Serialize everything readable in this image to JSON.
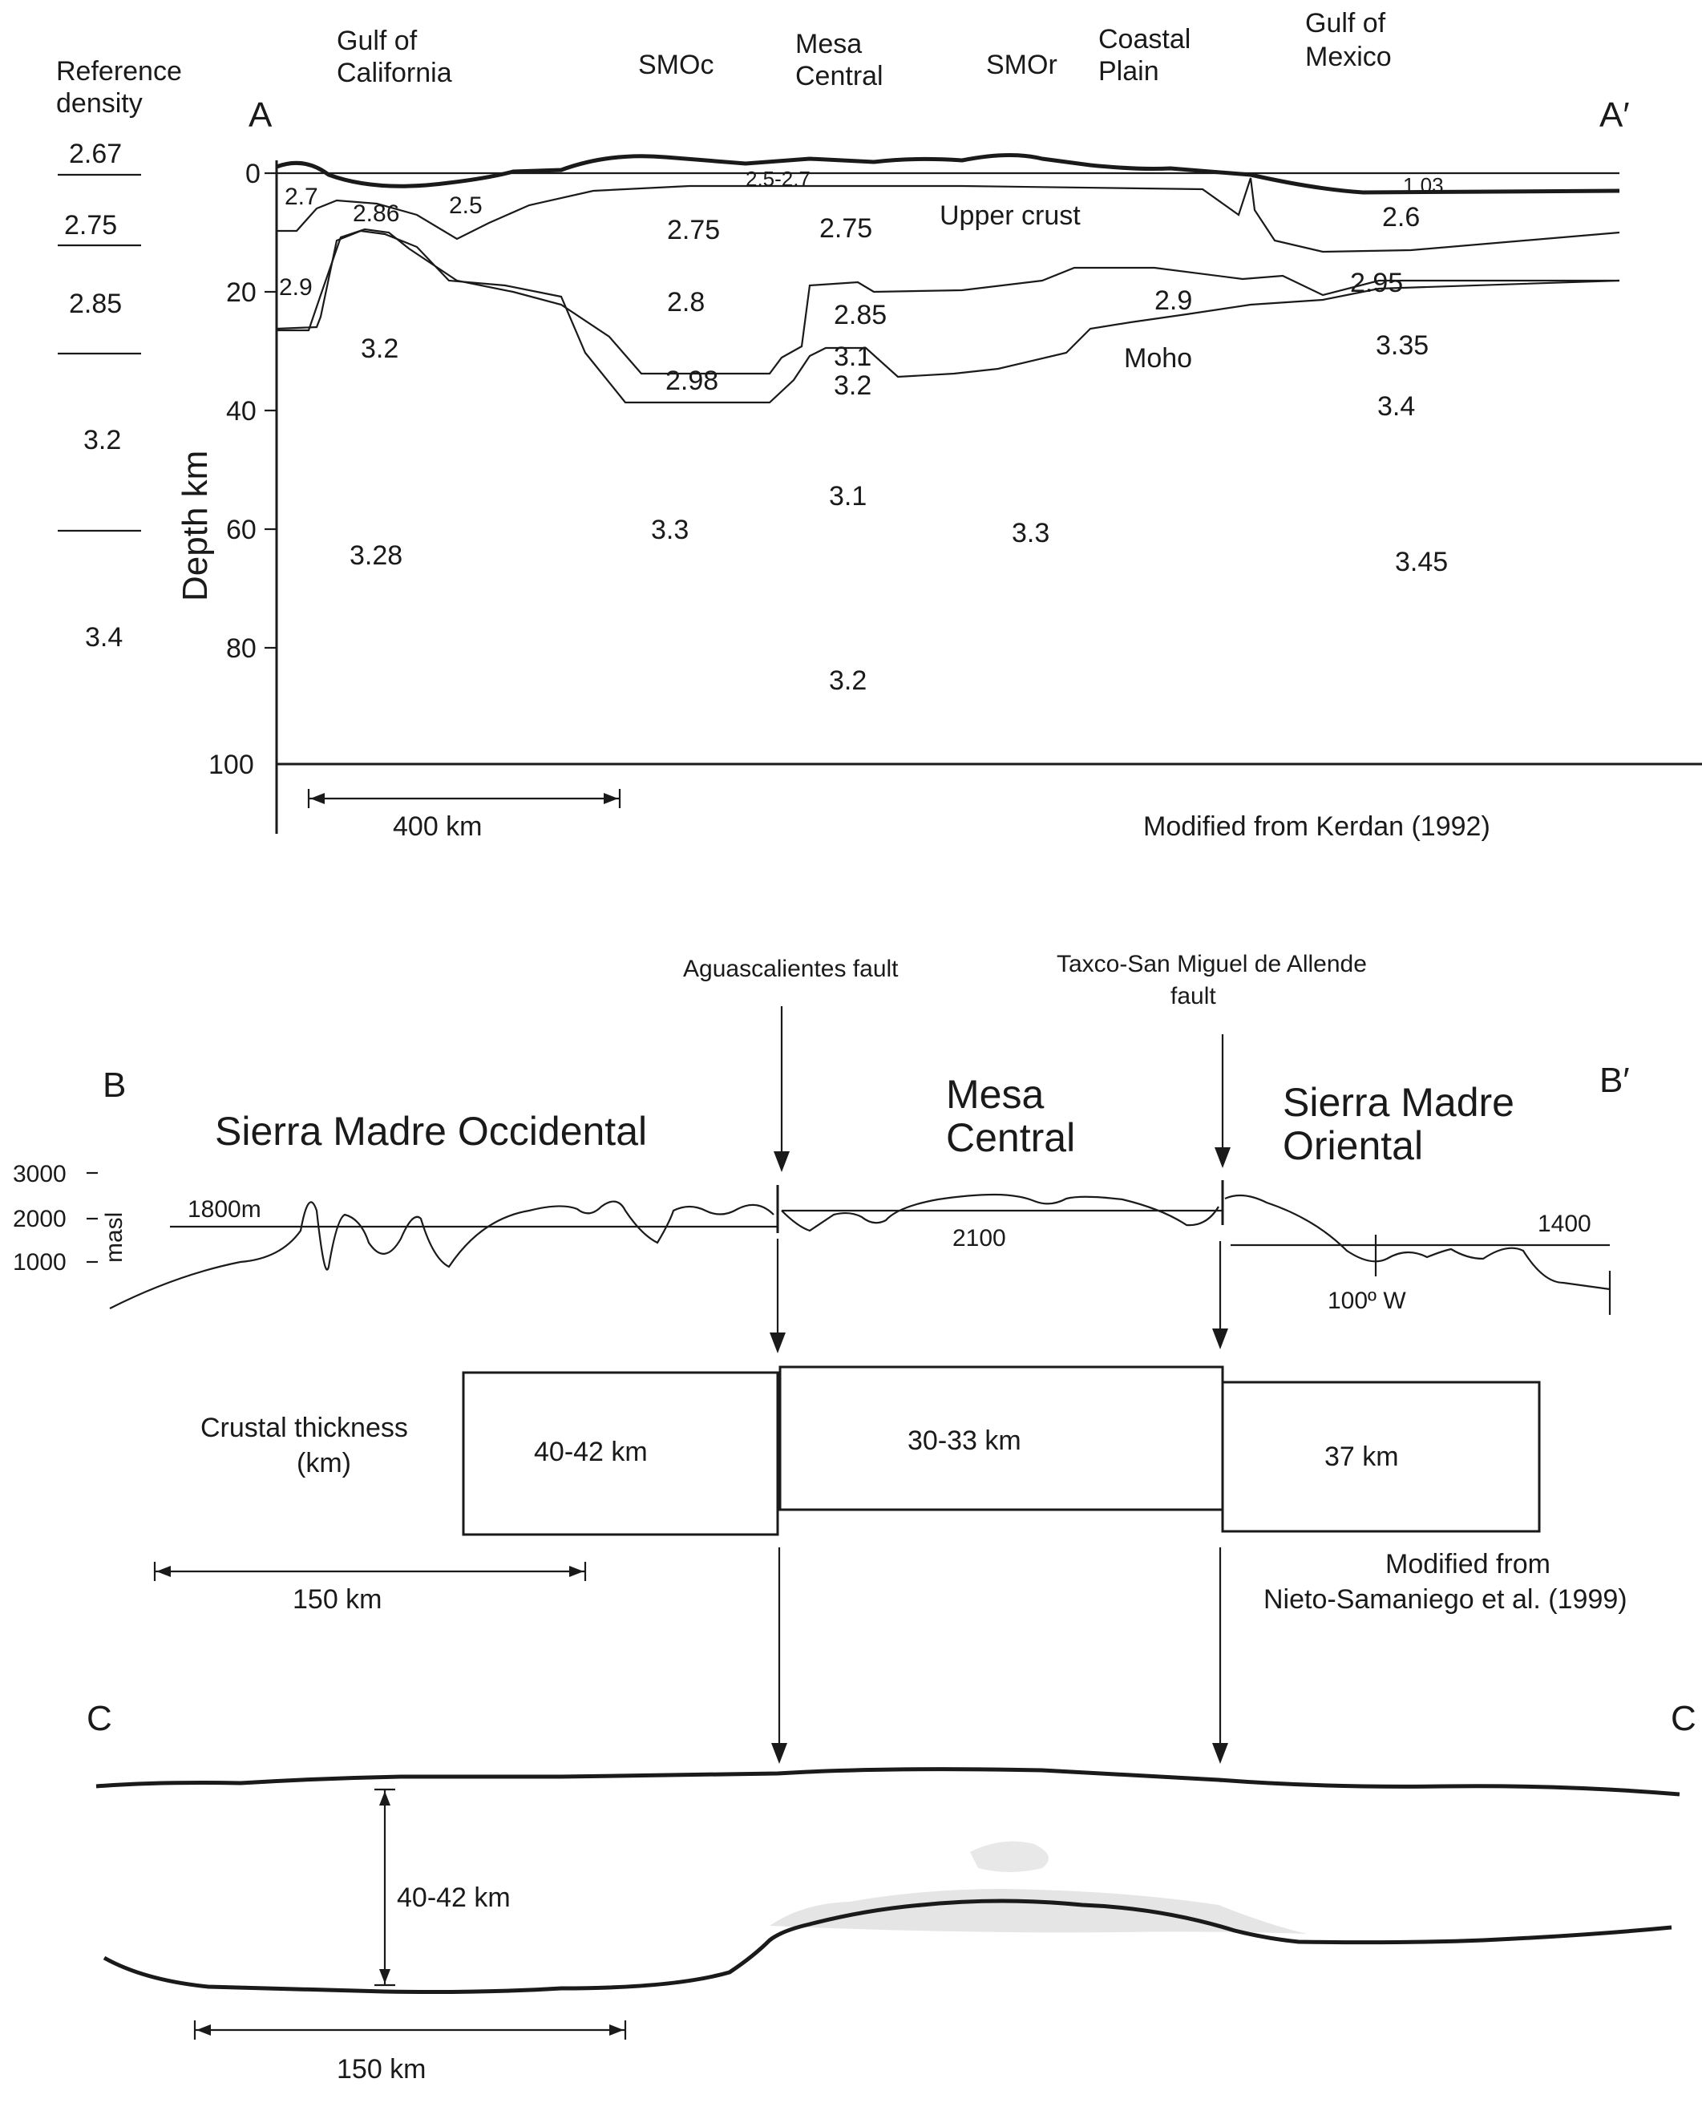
{
  "panel_a": {
    "start_label": "A",
    "end_label": "A′",
    "reference_density_title": [
      "Reference",
      "density"
    ],
    "reference_densities": [
      "2.67",
      "2.75",
      "2.85",
      "3.2",
      "3.4"
    ],
    "regions": [
      [
        "Gulf of",
        "California"
      ],
      [
        "SMOc"
      ],
      [
        "Mesa",
        "Central"
      ],
      [
        "SMOr"
      ],
      [
        "Coastal",
        "Plain"
      ],
      [
        "Gulf of",
        "Mexico"
      ]
    ],
    "depth_axis_label": "Depth km",
    "depth_ticks": [
      "0",
      "20",
      "40",
      "60",
      "80",
      "100"
    ],
    "densities": [
      "2.7",
      "2.86",
      "2.5",
      "2.5-2.7",
      "1.03",
      "2.75",
      "2.75",
      "2.6",
      "2.9",
      "2.8",
      "2.85",
      "2.9",
      "2.95",
      "3.2",
      "3.1",
      "3.2",
      "3.35",
      "2.98",
      "3.4",
      "3.28",
      "3.3",
      "3.1",
      "3.3",
      "3.45",
      "3.2"
    ],
    "layer_labels": [
      "Upper crust",
      "Moho"
    ],
    "scale_bar": "400 km",
    "credit": "Modified from Kerdan (1992)"
  },
  "panel_b": {
    "start_label": "B",
    "end_label": "B′",
    "fault_1": [
      "Aguascalientes fault"
    ],
    "fault_2": [
      "Taxco-San Miguel de Allende",
      "fault"
    ],
    "regions": [
      [
        "Sierra Madre Occidental"
      ],
      [
        "Mesa",
        "Central"
      ],
      [
        "Sierra Madre",
        "Oriental"
      ]
    ],
    "elevation_ticks": [
      "3000",
      "2000",
      "1000"
    ],
    "elevation_unit": "masl",
    "elevation_marks": [
      "1800m",
      "2100",
      "1400"
    ],
    "longitude_mark": "100º W",
    "crustal_thickness_title": [
      "Crustal thickness",
      "(km)"
    ],
    "crustal_thickness_values": [
      "40-42 km",
      "30-33 km",
      "37 km"
    ],
    "scale_bar": "150 km",
    "credit": [
      "Modified from",
      "Nieto-Samaniego et al. (1999)"
    ]
  },
  "panel_c": {
    "start_label": "C",
    "end_label": "C",
    "thickness": "40-42 km",
    "scale_bar": "150 km"
  }
}
